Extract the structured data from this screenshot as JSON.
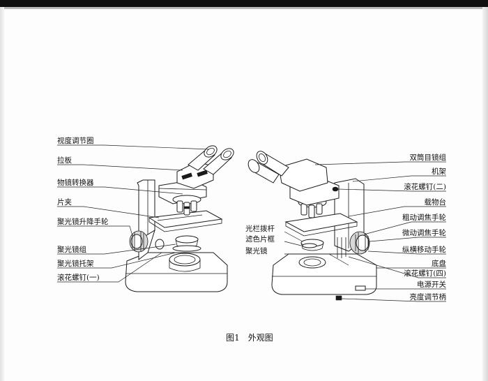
{
  "labels_left": [
    "视度调节圈",
    "拉板",
    "物镜转换器",
    "片夹",
    "聚光镜升降手轮",
    "聚光镜组",
    "聚光镜托架",
    "滚花螺钉(一)"
  ],
  "labels_right": [
    "双筒目镜组",
    "机架",
    "滚花螺钉(二)",
    "载物台",
    "粗动调焦手轮",
    "微动调焦手轮",
    "纵横移动手轮",
    "底盘",
    "滚花螺钉(四)",
    "电源开关",
    "亮度调节柄"
  ],
  "labels_center": [
    "光栏拨杆",
    "滤色片框",
    "聚光镜"
  ],
  "caption": "图1　外观图"
}
